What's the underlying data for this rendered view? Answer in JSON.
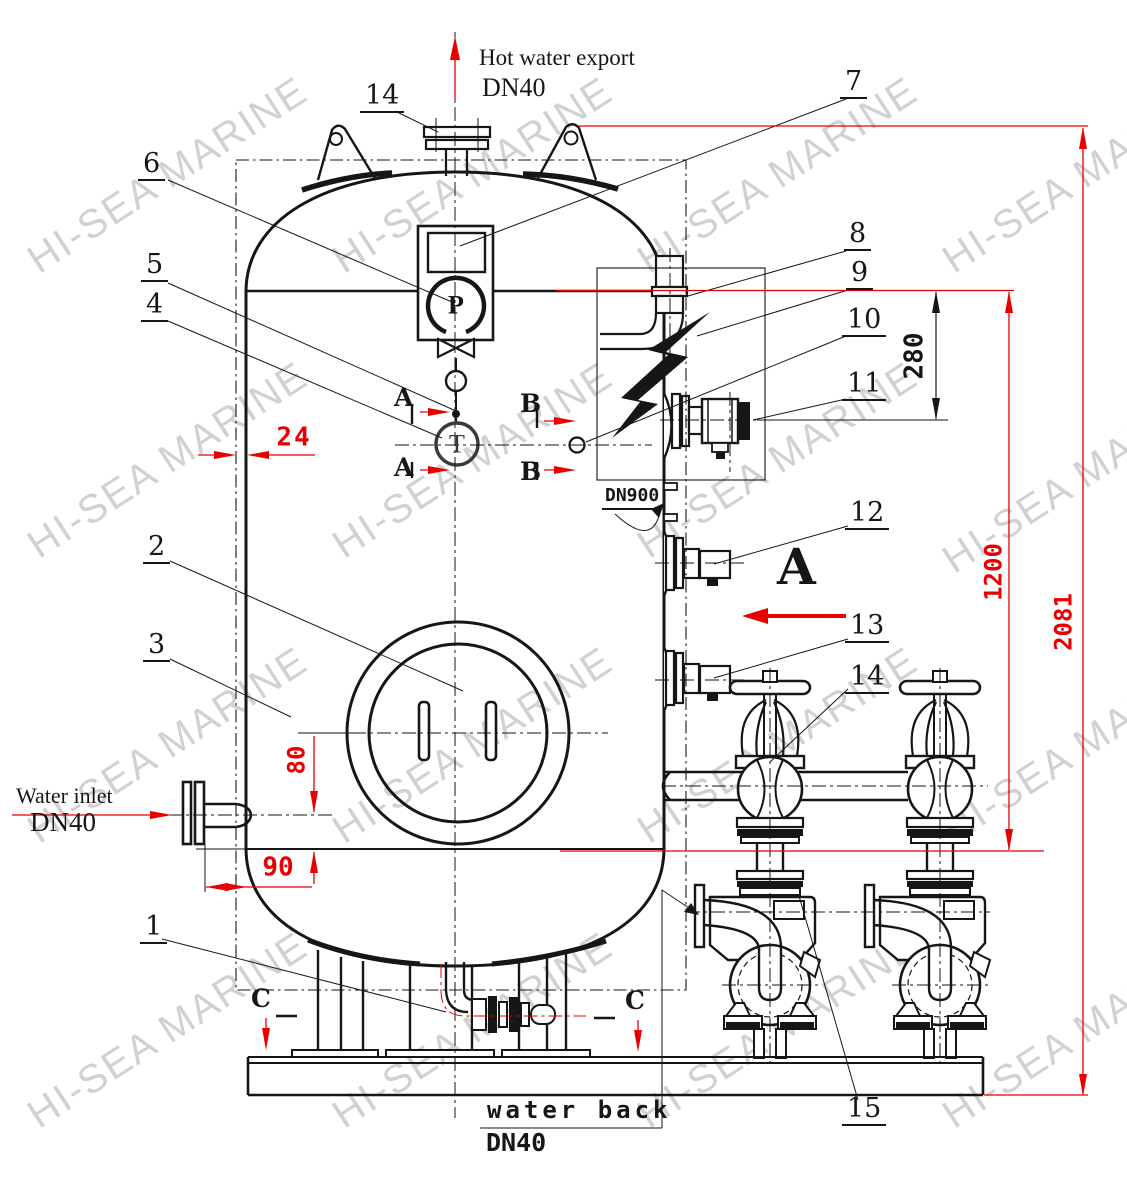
{
  "watermark": {
    "text": "HI-SEA MARINE"
  },
  "colors": {
    "accent": "#e80000",
    "line": "#161616",
    "watermark": "#c9c9c9"
  },
  "ports": {
    "hot_water_export": {
      "name": "Hot water export",
      "size": "DN40"
    },
    "water_inlet": {
      "name": "Water inlet",
      "size": "DN40"
    },
    "water_back": {
      "name": "water back",
      "size": "DN40"
    }
  },
  "tank": {
    "shell_size": "DN900"
  },
  "instruments": {
    "pressure": "P",
    "temperature": "T"
  },
  "callouts": {
    "c1": "1",
    "c2": "2",
    "c3": "3",
    "c4": "4",
    "c5": "5",
    "c6": "6",
    "c7": "7",
    "c8": "8",
    "c9": "9",
    "c10": "10",
    "c11": "11",
    "c12": "12",
    "c13": "13",
    "c14_top": "14",
    "c14_side": "14",
    "c15": "15"
  },
  "sections": {
    "a_upper": "A",
    "a_lower": "A",
    "b_upper": "B",
    "b_lower": "B",
    "c_left": "C",
    "c_right": "C",
    "view_label": "A"
  },
  "dimensions": {
    "d24": "24",
    "d80": "80",
    "d90": "90",
    "d280": "280",
    "d1200": "1200",
    "d2081": "2081"
  }
}
